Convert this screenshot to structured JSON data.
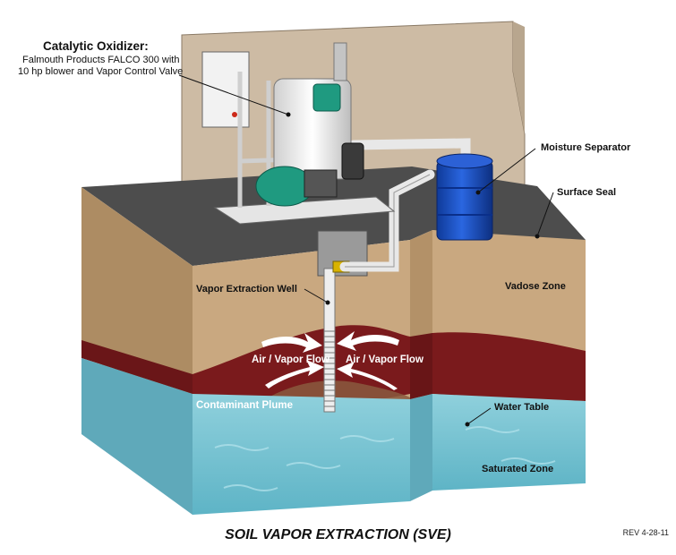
{
  "diagram": {
    "title": "SOIL VAPOR EXTRACTION (SVE)",
    "revision": "REV 4-28-11",
    "labels": {
      "catalytic_oxidizer_title": "Catalytic Oxidizer:",
      "catalytic_oxidizer_line1": "Falmouth Products FALCO 300 with",
      "catalytic_oxidizer_line2": "10 hp blower and Vapor Control Valve",
      "moisture_separator": "Moisture Separator",
      "surface_seal": "Surface Seal",
      "vapor_extraction_well": "Vapor Extraction Well",
      "vadose_zone": "Vadose Zone",
      "air_vapor_flow_left": "Air / Vapor Flow",
      "air_vapor_flow_right": "Air / Vapor Flow",
      "contaminant_plume": "Contaminant Plume",
      "water_table": "Water Table",
      "saturated_zone": "Saturated Zone"
    },
    "colors": {
      "soil": "#c8a97f",
      "soil_side": "#ad8c63",
      "plume": "#7a1a1c",
      "water": "#74c0cf",
      "water_side": "#5fa9ba",
      "surface": "#4a4a4a",
      "wall": "#cdbba4",
      "drum": "#1a4fbf",
      "blower": "#1f9a80"
    }
  }
}
